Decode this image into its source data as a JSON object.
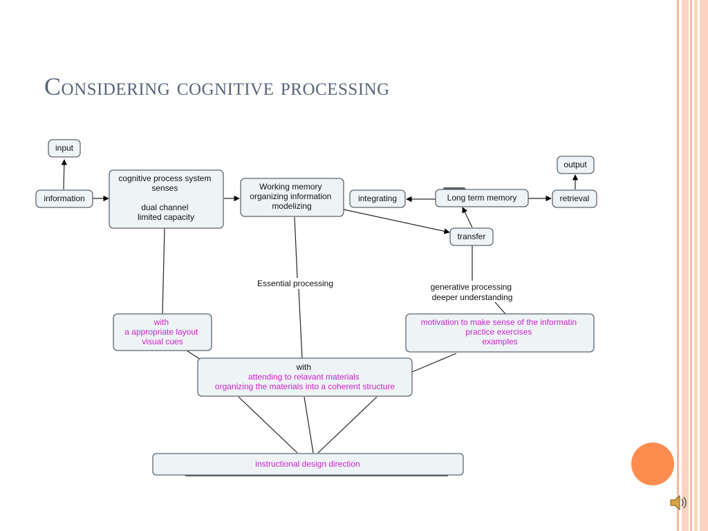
{
  "slide": {
    "title": "Considering cognitive processing"
  },
  "diagram": {
    "nodes": {
      "input": "input",
      "information": "information",
      "cps": [
        "cognitive process system",
        "senses",
        "",
        "dual channel",
        "limited capacity"
      ],
      "working_memory": [
        "Working memory",
        "organizing information",
        "modelizing"
      ],
      "integrating": "integrating",
      "long_term_memory": "Long term memory",
      "retrieval": "retrieval",
      "output": "output",
      "transfer": "transfer",
      "with_layout": [
        "with",
        "a appropriate layout",
        "visual cues"
      ],
      "with_attending": [
        "with",
        "attending to relavant materials",
        "organizing the materials into a coherent structure"
      ],
      "motivation": [
        "motivation to make sense of the informatin",
        "practice exercises",
        "examples"
      ],
      "instructional": "instructional design direction"
    },
    "edge_labels": {
      "essential": "Essential processing",
      "generative": [
        "generative processing",
        "deeper understanding"
      ]
    }
  },
  "colors": {
    "title": "#5a6478",
    "accent_orange": "#fd8c4e",
    "magenta_text": "#cc22cc",
    "node_fill": "#eef3f5"
  },
  "icons": {
    "speaker": "speaker-icon"
  }
}
